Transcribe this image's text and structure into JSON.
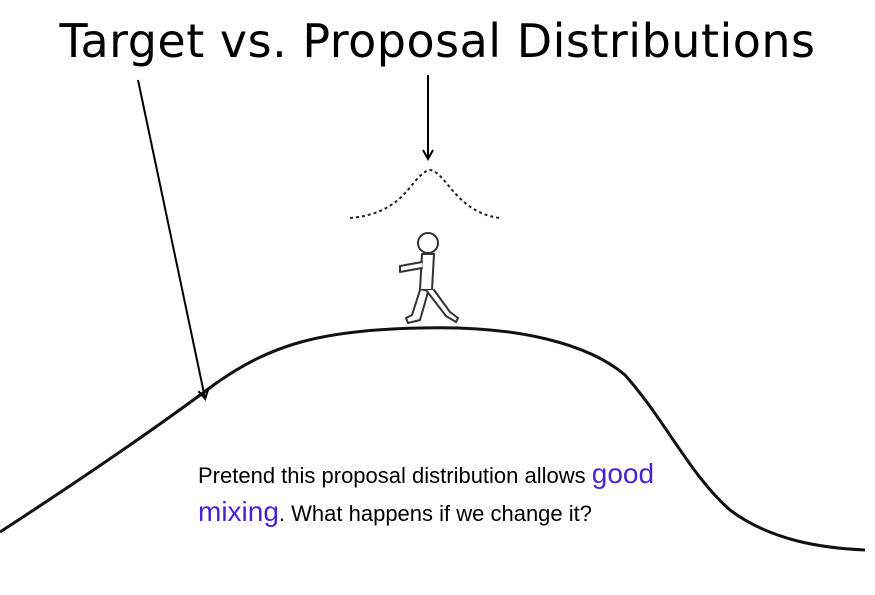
{
  "title": "Target vs. Proposal Distributions",
  "caption": {
    "before": "Pretend this proposal distribution allows ",
    "highlight": "good mixing",
    "after": ". What happens if we change it?",
    "highlight_color": "#4a1fd6"
  },
  "icons": {
    "figure": "walking-person-icon",
    "proposal": "dotted-bell-curve",
    "target": "target-distribution-curve"
  }
}
